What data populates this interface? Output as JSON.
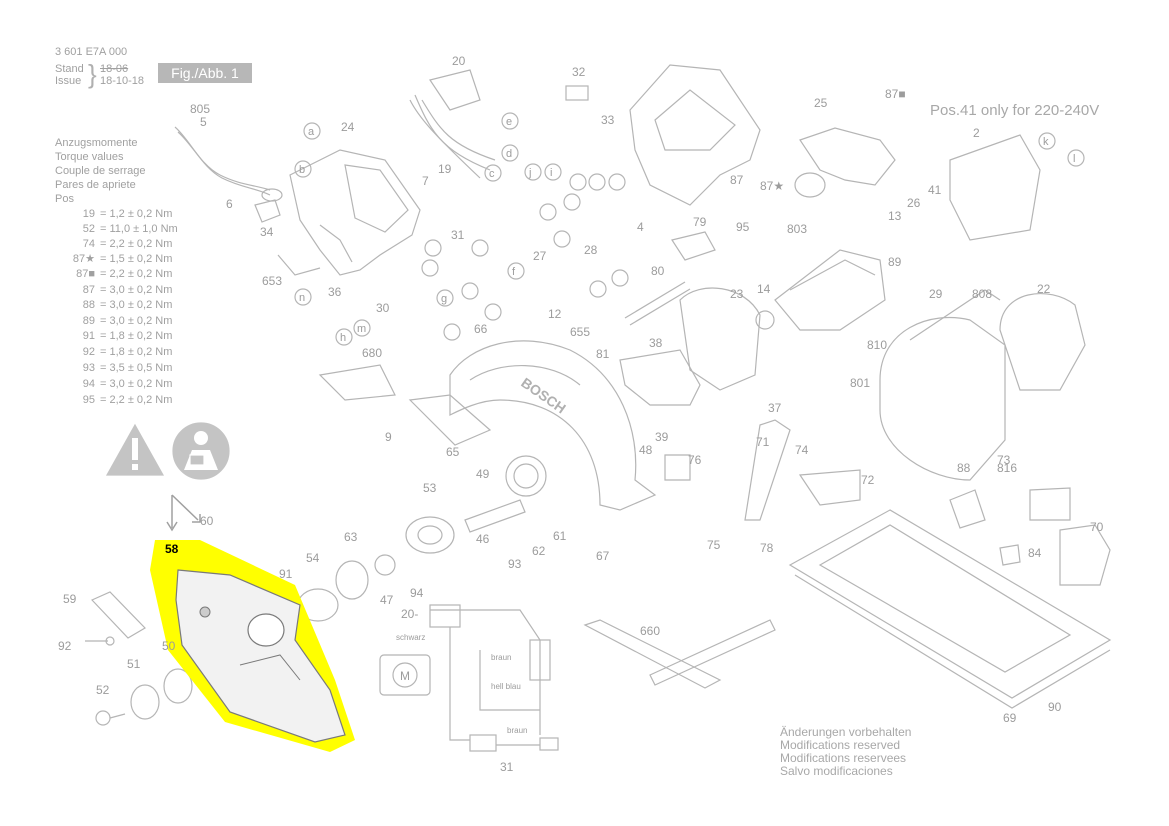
{
  "header": {
    "code": "3 601 E7A 000",
    "stand_label": "Stand",
    "stand_value": "18-06",
    "issue_label": "Issue",
    "issue_value": "18-10-18",
    "fig_label": "Fig./Abb. 1"
  },
  "note_only": "Pos.41 only for 220-240V",
  "torque": {
    "headings": [
      "Anzugsmomente",
      "Torque values",
      "Couple de serrage",
      "Pares de apriete",
      "Pos"
    ],
    "rows": [
      {
        "id": "19",
        "value": "= 1,2 ± 0,2 Nm"
      },
      {
        "id": "52",
        "value": "= 11,0 ± 1,0 Nm"
      },
      {
        "id": "74",
        "value": "= 2,2 ± 0,2 Nm"
      },
      {
        "id": "87★",
        "value": "= 1,5 ± 0,2 Nm"
      },
      {
        "id": "87■",
        "value": "= 2,2 ± 0,2 Nm"
      },
      {
        "id": "87",
        "value": "= 3,0 ± 0,2 Nm"
      },
      {
        "id": "88",
        "value": "= 3,0 ± 0,2 Nm"
      },
      {
        "id": "89",
        "value": "= 3,0 ± 0,2 Nm"
      },
      {
        "id": "91",
        "value": "= 1,8 ± 0,2 Nm"
      },
      {
        "id": "92",
        "value": "= 1,8 ± 0,2 Nm"
      },
      {
        "id": "93",
        "value": "= 3,5 ± 0,5 Nm"
      },
      {
        "id": "94",
        "value": "= 3,0 ± 0,2 Nm"
      },
      {
        "id": "95",
        "value": "= 2,2 ± 0,2 Nm"
      }
    ]
  },
  "modifications": [
    "Änderungen vorbehalten",
    "Modifications reserved",
    "Modifications reservees",
    "Salvo modificaciones"
  ],
  "highlighted_part": "58",
  "part_numbers": [
    "805",
    "5",
    "6",
    "34",
    "653",
    "24",
    "20",
    "c",
    "d",
    "e",
    "a",
    "b",
    "19",
    "7",
    "12",
    "655",
    "36",
    "m",
    "n",
    "h",
    "30",
    "g",
    "680",
    "9",
    "66",
    "65",
    "49",
    "53",
    "46",
    "63",
    "54",
    "60",
    "91",
    "59",
    "92",
    "50",
    "51",
    "52",
    "47",
    "94",
    "93",
    "62",
    "61",
    "67",
    "32",
    "33",
    "87",
    "87★",
    "87■",
    "25",
    "2",
    "k",
    "l",
    "41",
    "26",
    "13",
    "89",
    "14",
    "803",
    "808",
    "22",
    "29",
    "810",
    "801",
    "81",
    "38",
    "23",
    "37",
    "39",
    "48",
    "80",
    "79",
    "95",
    "4",
    "f",
    "j",
    "i",
    "28",
    "27",
    "31",
    "71",
    "74",
    "76",
    "72",
    "75",
    "78",
    "88",
    "73",
    "816",
    "70",
    "84",
    "69",
    "90",
    "660",
    "31",
    "20-"
  ],
  "wiring": {
    "labels": [
      "schwarz",
      "braun",
      "hell blau",
      "braun"
    ],
    "motor_label": "M",
    "part": "31"
  },
  "brand": "BOSCH",
  "colors": {
    "line": "#b5b5b5",
    "label": "#9c9c9c",
    "highlight": "#ffff00",
    "fig_box": "#b7b7b7"
  }
}
